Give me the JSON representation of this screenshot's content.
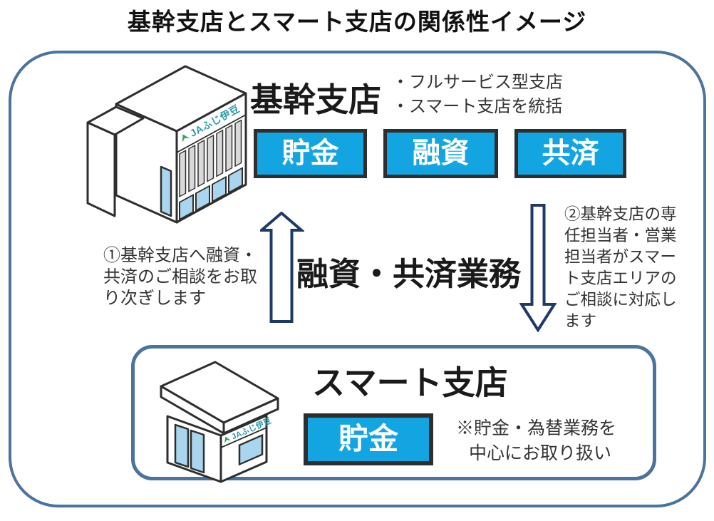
{
  "title": "基幹支店とスマート支店の関係性イメージ",
  "building_sign": "JAふじ伊豆",
  "core_branch": {
    "name": "基幹支店",
    "features": [
      "・フルサービス型支店",
      "・スマート支店を統括"
    ],
    "services": [
      "貯金",
      "融資",
      "共済"
    ]
  },
  "flow": {
    "label": "融資・共済業務",
    "up_note": "①基幹支店へ融資・共済のご相談をお取り次ぎします",
    "down_note": "②基幹支店の専任担当者・営業担当者がスマート支店エリアのご相談に対応します"
  },
  "smart_branch": {
    "name": "スマート支店",
    "services": [
      "貯金"
    ],
    "note_lines": [
      "※貯金・為替業務を",
      "中心にお取り扱い"
    ]
  },
  "colors": {
    "service_box_fill": "#12a5e2",
    "service_box_border": "#2e2e2e",
    "frame_border": "#4a739e",
    "arrow_outline": "#1e3a68",
    "window_blue": "#aad5ee",
    "pillar_gray": "#d9d9d9",
    "sign_teal": "#2b9aa8",
    "logo_green": "#33a457",
    "text_black": "#1a1a1a"
  }
}
